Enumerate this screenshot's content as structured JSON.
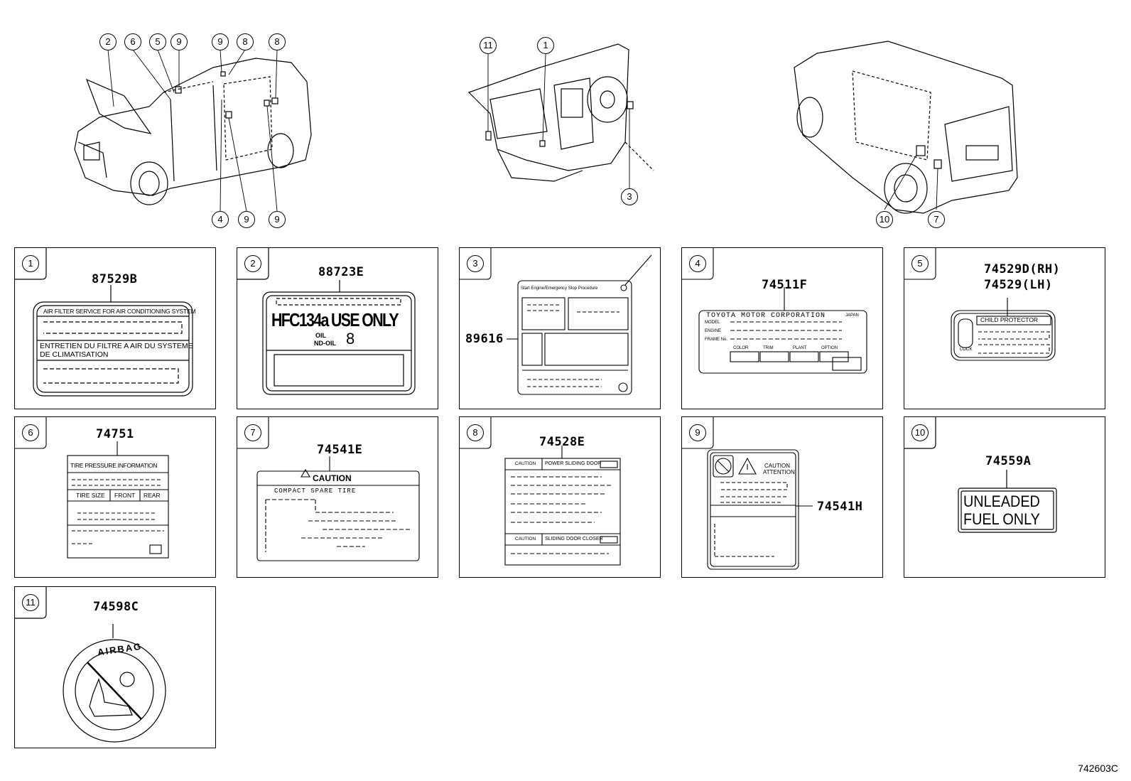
{
  "callouts_top": {
    "left_view": [
      "2",
      "6",
      "5",
      "9",
      "9",
      "8",
      "8",
      "4",
      "9",
      "9"
    ],
    "center_view": [
      "11",
      "1",
      "3"
    ],
    "right_view": [
      "10",
      "7"
    ]
  },
  "panels": [
    {
      "num": "1",
      "part": "87529B",
      "lines": [
        "AIR FILTER SERVICE FOR AIR CONDITIONING SYSTEM",
        "ENTRETIEN DU FILTRE A AIR DU SYSTEME",
        "DE CLIMATISATION"
      ]
    },
    {
      "num": "2",
      "part": "88723E",
      "lines": [
        "HFC134a USE ONLY",
        "OIL",
        "ND-OIL",
        "8"
      ]
    },
    {
      "num": "3",
      "part": "89616",
      "lines": [
        "Start Engine/Emergency Stop Procedure"
      ]
    },
    {
      "num": "4",
      "part": "74511F",
      "lines": [
        "TOYOTA MOTOR CORPORATION",
        "JAPAN",
        "MODEL",
        "ENGINE",
        "FRAME No.",
        "COLOR",
        "TRIM",
        "PLANT",
        "OPTION"
      ]
    },
    {
      "num": "5",
      "part": "74529D(RH)",
      "part2": "74529(LH)",
      "lines": [
        "CHILD PROTECTOR",
        "LOCK"
      ]
    },
    {
      "num": "6",
      "part": "74751",
      "lines": [
        "TIRE PRESSURE INFORMATION",
        "TIRE SIZE",
        "FRONT",
        "REAR"
      ]
    },
    {
      "num": "7",
      "part": "74541E",
      "lines": [
        "CAUTION",
        "COMPACT SPARE TIRE"
      ]
    },
    {
      "num": "8",
      "part": "74528E",
      "lines": [
        "CAUTION",
        "POWER SLIDING DOOR",
        "SLIDING DOOR CLOSER"
      ]
    },
    {
      "num": "9",
      "part": "74541H",
      "lines": [
        "CAUTION",
        "ATTENTION"
      ]
    },
    {
      "num": "10",
      "part": "74559A",
      "lines": [
        "UNLEADED",
        "FUEL ONLY"
      ]
    },
    {
      "num": "11",
      "part": "74598C",
      "lines": [
        "AIRBAG"
      ]
    }
  ],
  "doc_ref": "742603C"
}
